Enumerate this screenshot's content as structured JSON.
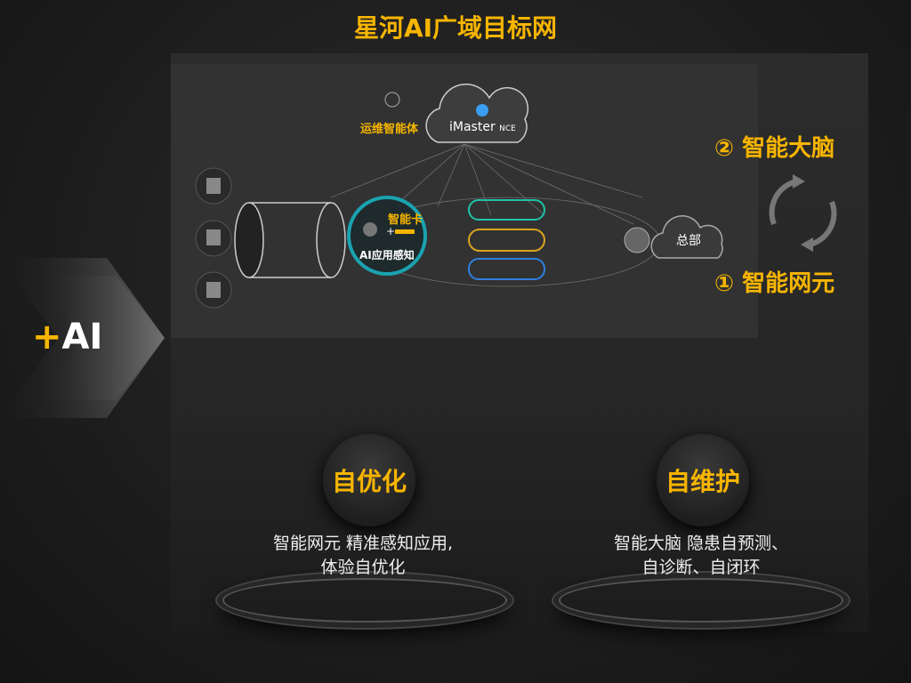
{
  "title": "星河AI广域目标网",
  "plus_ai": {
    "plus": "+",
    "text": "AI"
  },
  "diagram": {
    "ops_agent_label": "运维智能体",
    "cloud_brand": "iMaster",
    "cloud_suffix": "NCE",
    "smart_card_label": "智能卡",
    "plus": "+",
    "app_aware_label": "AI应用感知",
    "hq_label": "总部"
  },
  "steps": [
    {
      "num": "②",
      "label": "智能大脑"
    },
    {
      "num": "①",
      "label": "智能网元"
    }
  ],
  "features": [
    {
      "title": "自优化",
      "desc_line1": "智能网元 精准感知应用,",
      "desc_line2": "体验自优化"
    },
    {
      "title": "自维护",
      "desc_line1": "智能大脑 隐患自预测、",
      "desc_line2": "自诊断、自闭环"
    }
  ],
  "colors": {
    "accent": "#f7b500",
    "teal": "#1fc3a8",
    "blue": "#2f7fe0"
  }
}
